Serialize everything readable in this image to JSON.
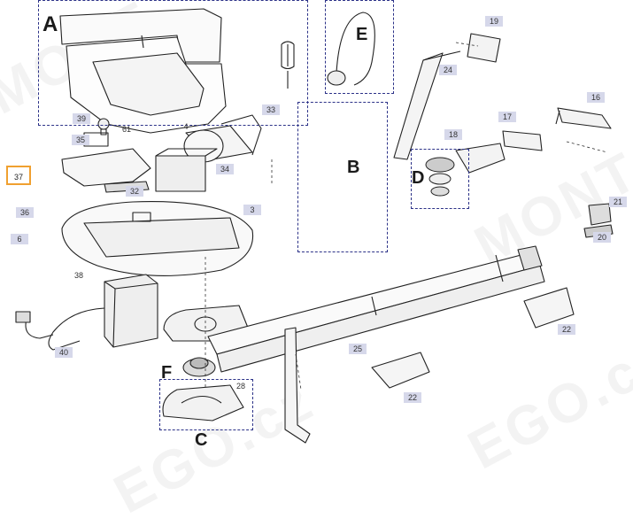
{
  "watermark": {
    "line1": "MONT",
    "line2": "EGO.cz"
  },
  "groups": {
    "a": "A",
    "b": "B",
    "c": "C",
    "d": "D",
    "e": "E",
    "f": "F"
  },
  "callouts": {
    "p3": "3",
    "p4": "4",
    "p6": "6",
    "p16": "16",
    "p17": "17",
    "p18": "18",
    "p19": "19",
    "p20": "20",
    "p21": "21",
    "p22a": "22",
    "p22b": "22",
    "p24": "24",
    "p25": "25",
    "p28": "28",
    "p32": "32",
    "p33": "33",
    "p34": "34",
    "p35": "35",
    "p36": "36",
    "p37": "37",
    "p38": "38",
    "p39": "39",
    "p40": "40",
    "p61": "61"
  }
}
